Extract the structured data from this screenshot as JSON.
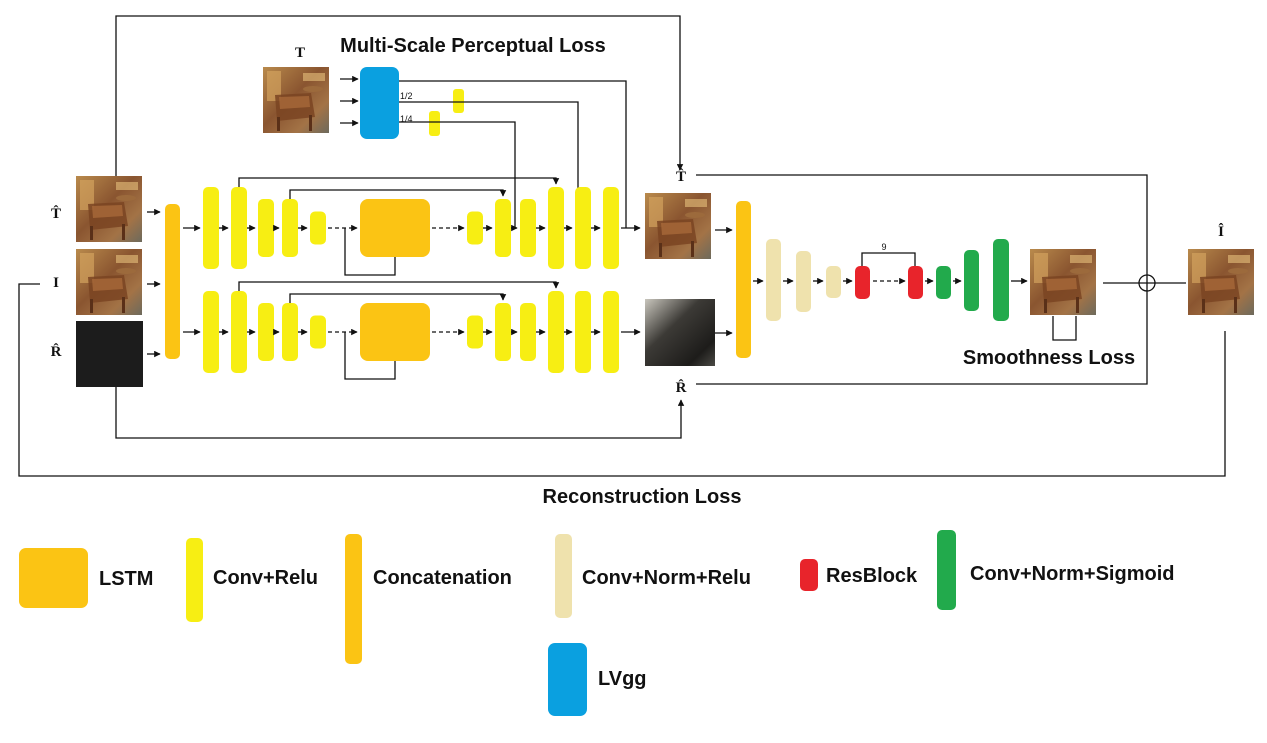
{
  "titles": {
    "perceptual": "Multi-Scale Perceptual Loss",
    "smoothness": "Smoothness Loss",
    "reconstruction": "Reconstruction Loss"
  },
  "labels": {
    "t_hat_in": "T̂",
    "i_in": "I",
    "r_hat_in": "R̂",
    "t_ref": "T",
    "t_hat_out": "T̂",
    "r_hat_out": "R̂",
    "i_hat_out": "Î",
    "scale_half": "1/2",
    "scale_quarter": "1/4",
    "resblock_count": "9"
  },
  "legend": [
    {
      "key": "lstm",
      "label": "LSTM",
      "color": "#fbc414"
    },
    {
      "key": "conv_relu",
      "label": "Conv+Relu",
      "color": "#f7ee13"
    },
    {
      "key": "concat",
      "label": "Concatenation",
      "color": "#fbc414"
    },
    {
      "key": "conv_norm_relu",
      "label": "Conv+Norm+Relu",
      "color": "#efe2ad"
    },
    {
      "key": "resblock",
      "label": "ResBlock",
      "color": "#e8242b"
    },
    {
      "key": "conv_norm_sigmoid",
      "label": "Conv+Norm+Sigmoid",
      "color": "#22aa4c"
    },
    {
      "key": "lvgg",
      "label": "LVgg",
      "color": "#0aa0e0"
    }
  ],
  "colors": {
    "yellow": "#f7ee13",
    "orange": "#fbc414",
    "beige": "#efe2ad",
    "red": "#e8242b",
    "green": "#22aa4c",
    "blue": "#0aa0e0",
    "line": "#111111"
  }
}
